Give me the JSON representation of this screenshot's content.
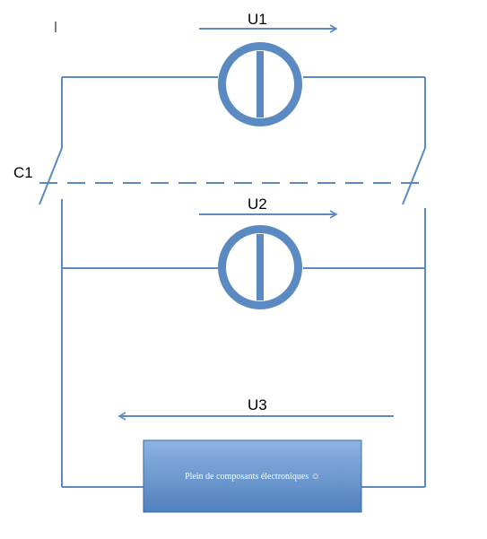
{
  "labels": {
    "u1": "U1",
    "u2": "U2",
    "u3": "U3",
    "c1": "C1"
  },
  "box": {
    "text": "Plein de composants électroniques ☺"
  },
  "colors": {
    "wire": "#5b89c2",
    "box_top": "#8fb4e3",
    "box_bottom": "#4f81bd",
    "box_border": "#3a6aa8"
  }
}
